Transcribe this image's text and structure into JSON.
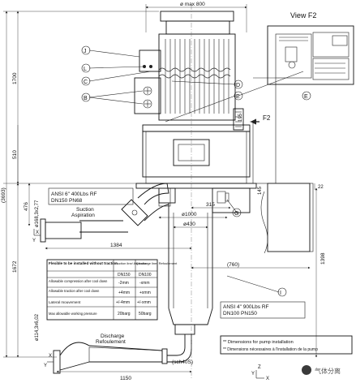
{
  "dims": {
    "top_width": "ø max 800",
    "height_1700": "1700",
    "height_510": "510",
    "height_3693": "(3693)",
    "height_1672": "1672",
    "height_476": "476",
    "dia_168": "ø168,3x2,77",
    "dia_114": "ø114,3x6,02",
    "dia_1000": "ø1000",
    "dia_430": "ø430",
    "len_315": "315",
    "len_1384": "1384",
    "len_760": "(760)",
    "len_1398": "1398",
    "len_1150": "1150",
    "len_22": "22",
    "len_195": "195",
    "len_145": "145",
    "sch": "(sch40S)"
  },
  "callouts": [
    "J",
    "L",
    "C",
    "B",
    "D",
    "E",
    "G",
    "I"
  ],
  "labels": {
    "view_title": "View F2",
    "arrow_f2": "F2",
    "suction_1": "Suction",
    "suction_2": "Aspiration",
    "discharge_1": "Discharge",
    "discharge_2": "Refoulement",
    "ansi_suction_1": "ANSI 6\" 400Lbs RF",
    "ansi_suction_2": "DN150 PN68",
    "ansi_discharge_1": "ANSI 4\" 900Lbs RF",
    "ansi_discharge_2": "DN100 PN150",
    "axis_x": "X",
    "axis_y": "Y",
    "axis_z": "Z"
  },
  "table": {
    "header": [
      "Flexible to be installed without traction",
      "Suction line/ Aspiration",
      "Discharge line/ Refoulement"
    ],
    "rows": [
      [
        "",
        "DN150",
        "DN100"
      ],
      [
        "Allowable compression after cool down",
        "-2mm",
        "-xmm"
      ],
      [
        "Allowable traction after cool down",
        "+4mm",
        "+xmm"
      ],
      [
        "Lateral mouvement",
        "+/-4mm",
        "+/-xmm"
      ],
      [
        "Max allowable working pressure",
        "20barg",
        "50barg"
      ]
    ]
  },
  "legend": {
    "line1": "** Dimensions for pump installation",
    "line2": "** Dimensions nécessaires à l'installation de la pump"
  },
  "watermark": "气体分离"
}
